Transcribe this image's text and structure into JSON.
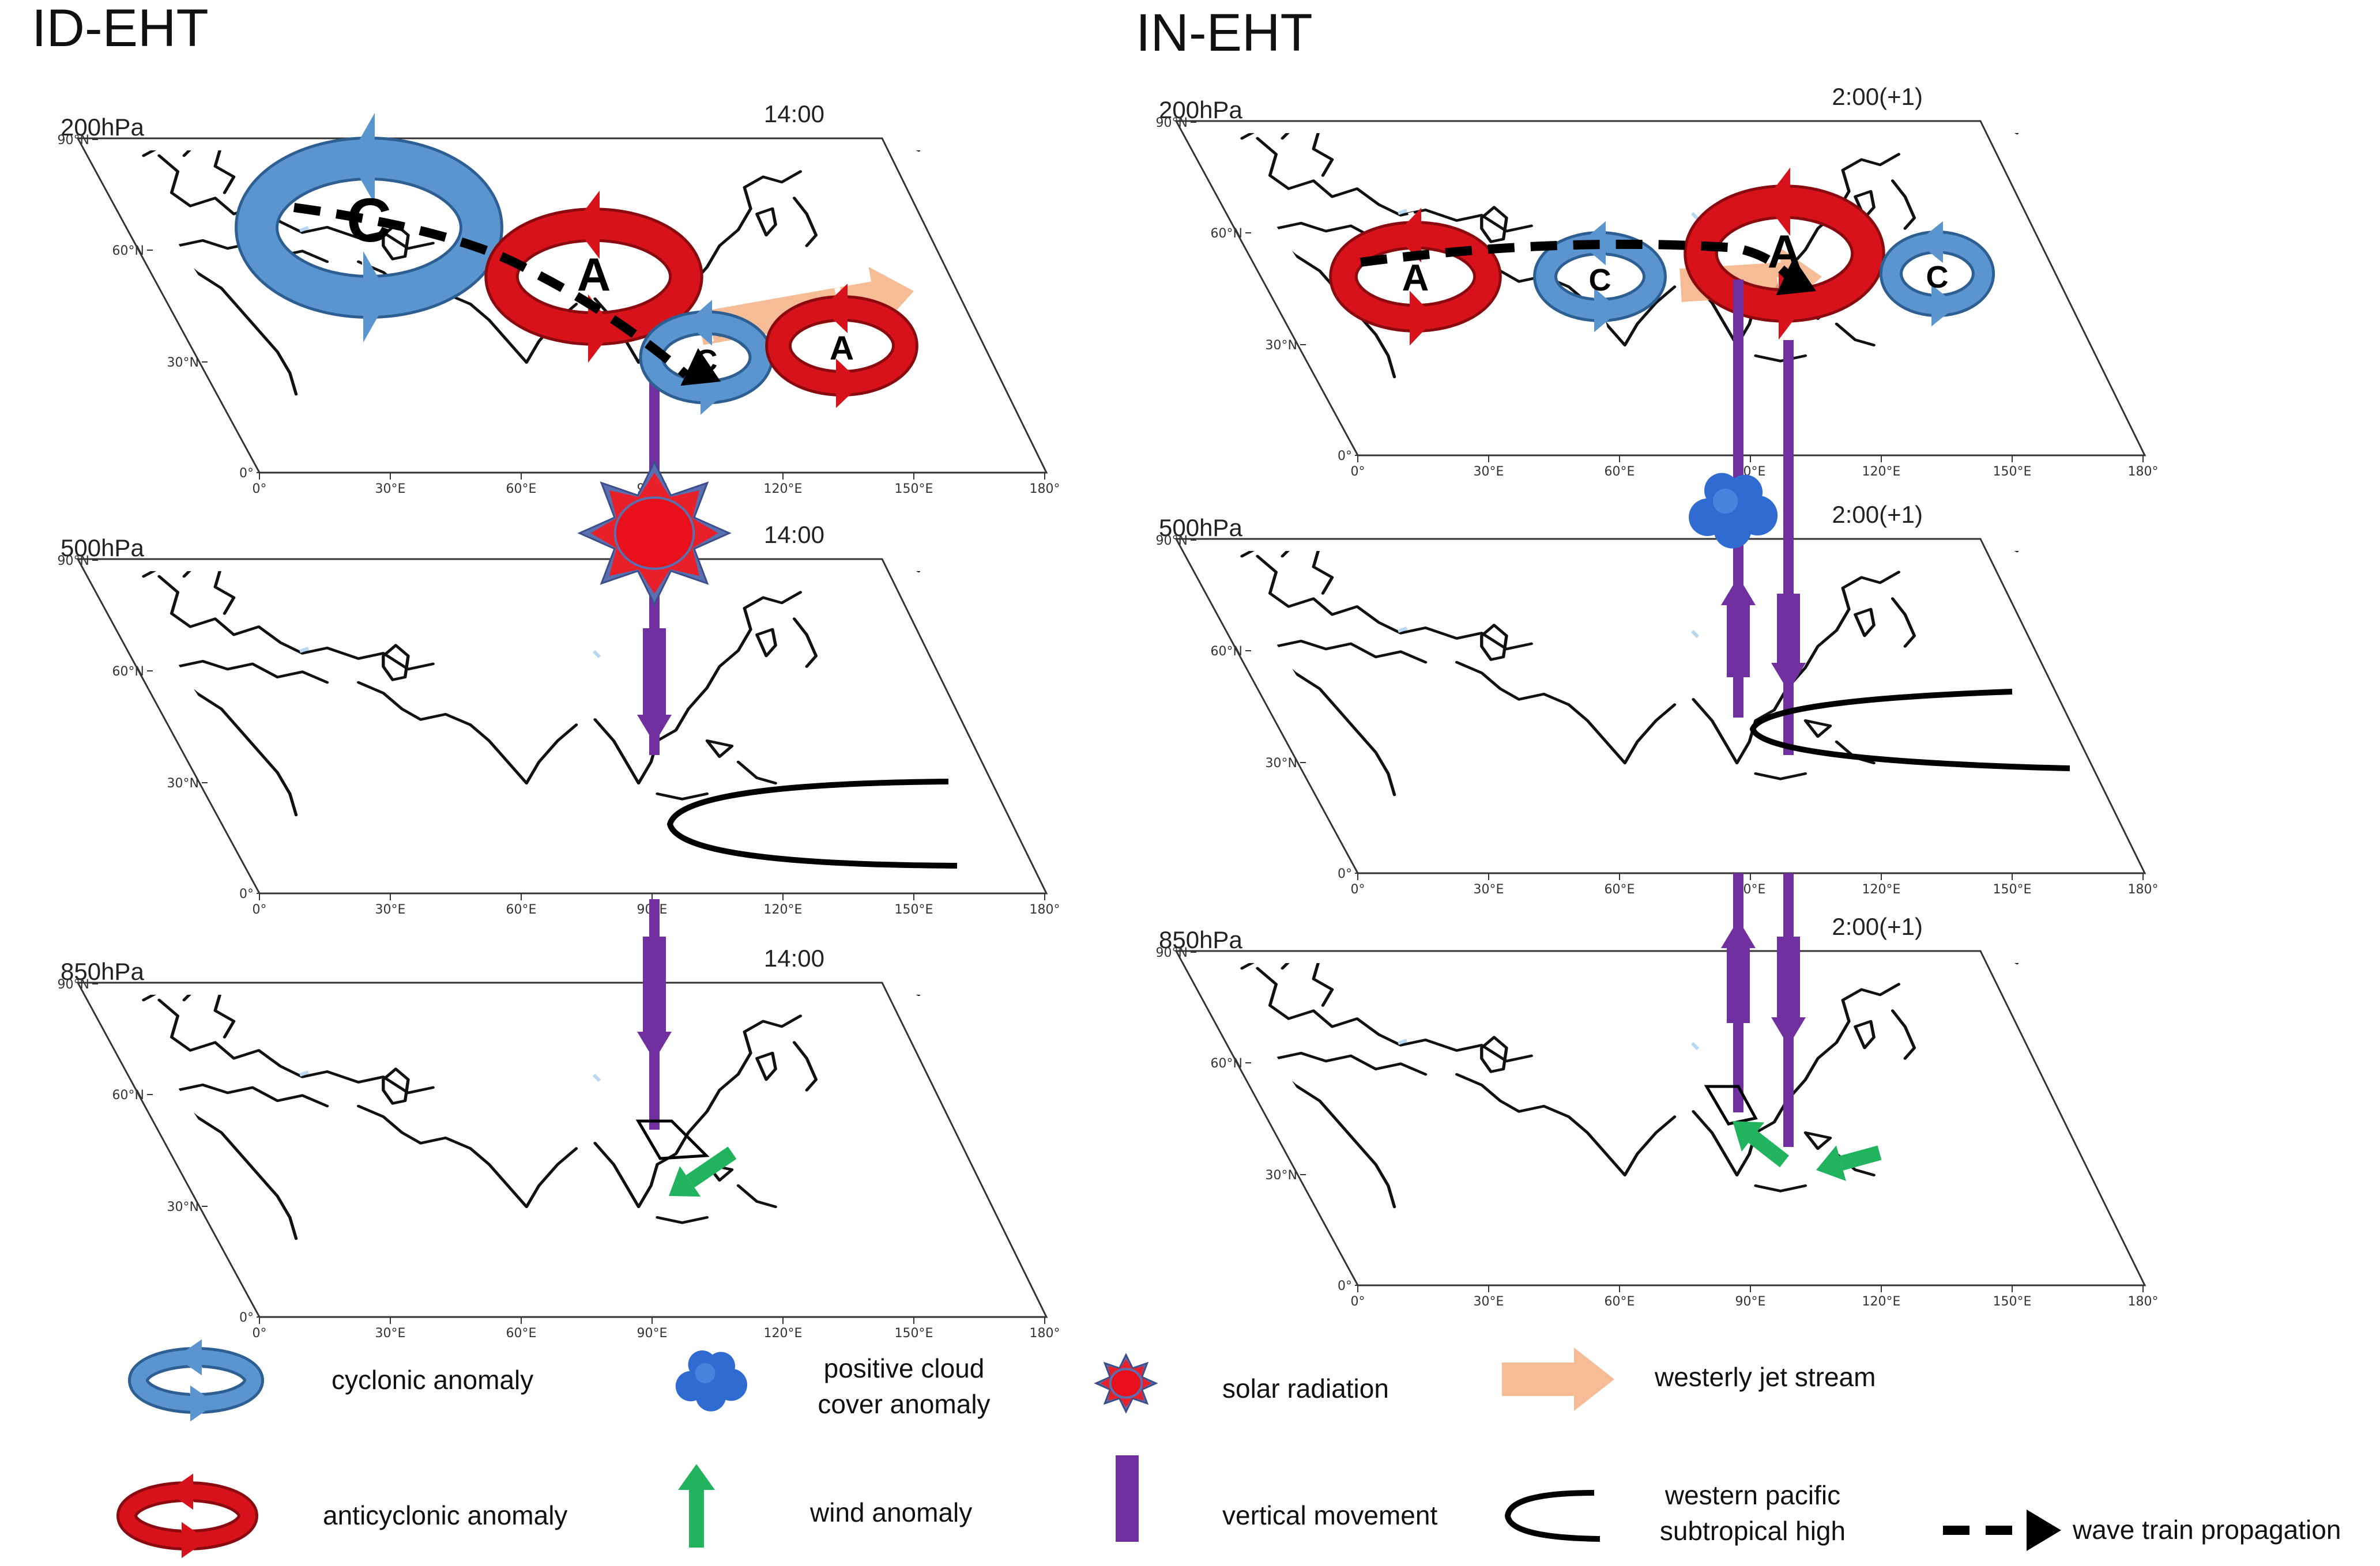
{
  "titles": {
    "left": "ID-EHT",
    "right": "IN-EHT"
  },
  "levels": [
    "200hPa",
    "500hPa",
    "850hPa"
  ],
  "times": {
    "left": "14:00",
    "right": "2:00(+1)"
  },
  "lat_ticks": [
    "0°",
    "30°N",
    "60°N",
    "90°N"
  ],
  "lon_ticks": [
    "0°",
    "30°E",
    "60°E",
    "90°E",
    "120°E",
    "150°E",
    "180°"
  ],
  "anomaly_letters": {
    "cyclonic": "C",
    "anticyclonic": "A"
  },
  "legend": {
    "cyclonic": "cyclonic anomaly",
    "cloud_line1": "positive cloud",
    "cloud_line2": "cover anomaly",
    "solar": "solar radiation",
    "jet": "westerly jet stream",
    "anticyclonic": "anticyclonic anomaly",
    "wind": "wind anomaly",
    "vertical": "vertical movement",
    "wpsh_line1": "western pacific",
    "wpsh_line2": "subtropical high",
    "wave": "wave train propagation"
  },
  "colors": {
    "cyclonic_blue": "#5b95cf",
    "anticyclonic_red": "#d8121a",
    "vertical_purple": "#7030a0",
    "wind_green": "#22b35e",
    "jet_orange": "#f4b183",
    "cloud_blue": "#2f6bd1"
  }
}
